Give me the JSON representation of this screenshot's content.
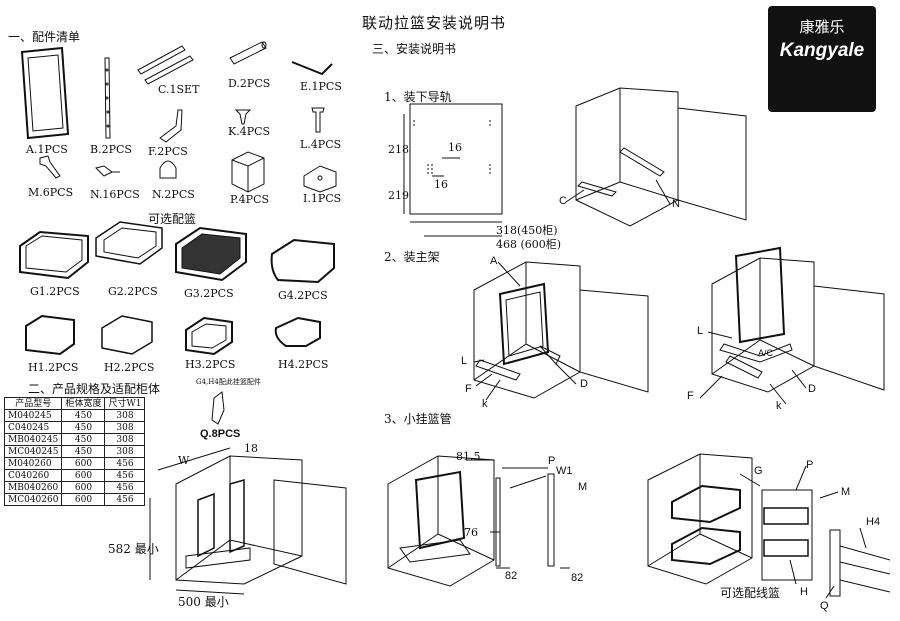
{
  "title": "联动拉篮安装说明书",
  "brand": {
    "cn": "康雅乐",
    "en": "Kangyale"
  },
  "section1": "一、配件清单",
  "section2": "二、产品规格及适配柜体",
  "section3": "三、安装说明书",
  "parts": {
    "A": "A.1PCS",
    "B": "B.2PCS",
    "C": "C.1SET",
    "D": "D.2PCS",
    "E": "E.1PCS",
    "F": "F.2PCS",
    "K": "K.4PCS",
    "L": "L.4PCS",
    "M": "M.6PCS",
    "N16": "N.16PCS",
    "N2": "N.2PCS",
    "P": "P.4PCS",
    "I": "I.1PCS"
  },
  "optional_baskets_label": "可选配篮",
  "baskets": {
    "G1": "G1.2PCS",
    "G2": "G2.2PCS",
    "G3": "G3.2PCS",
    "G4": "G4.2PCS",
    "H1": "H1.2PCS",
    "H2": "H2.2PCS",
    "H3": "H3.2PCS",
    "H4": "H4.2PCS"
  },
  "hook_note": "G4,H4配此挂篮配件",
  "q_label": "Q.8PCS",
  "spec_table": {
    "headers": [
      "产品型号",
      "柜体宽度",
      "尺寸W1"
    ],
    "rows": [
      [
        "M040245",
        "450",
        "308"
      ],
      [
        "C040245",
        "450",
        "308"
      ],
      [
        "MB040245",
        "450",
        "308"
      ],
      [
        "MC040245",
        "450",
        "308"
      ],
      [
        "M040260",
        "600",
        "456"
      ],
      [
        "C040260",
        "600",
        "456"
      ],
      [
        "MB040260",
        "600",
        "456"
      ],
      [
        "MC040260",
        "600",
        "456"
      ]
    ]
  },
  "cabinet_dims": {
    "w": "W",
    "d18": "18",
    "height": "582 最小",
    "width": "500 最小"
  },
  "steps": {
    "s1": "1、装下导轨",
    "s2": "2、装主架",
    "s3": "3、小挂篮管"
  },
  "rail_dims": {
    "d218": "218",
    "d219": "219",
    "d16a": "16",
    "d16b": "16",
    "w450": "318(450柜)",
    "w600": "468 (600柜)"
  },
  "step3_dims": {
    "d815": "81.5",
    "d76": "76",
    "d82a": "82",
    "d82b": "82",
    "w1": "W1"
  },
  "optional_wire_baskets": "可选配线篮",
  "letters": {
    "C": "C",
    "N": "N",
    "A": "A",
    "L": "L",
    "F": "F",
    "k": "k",
    "D": "D",
    "AC": "A/C",
    "P": "P",
    "M": "M",
    "G": "G",
    "H": "H",
    "Q": "Q",
    "H4": "H4"
  }
}
